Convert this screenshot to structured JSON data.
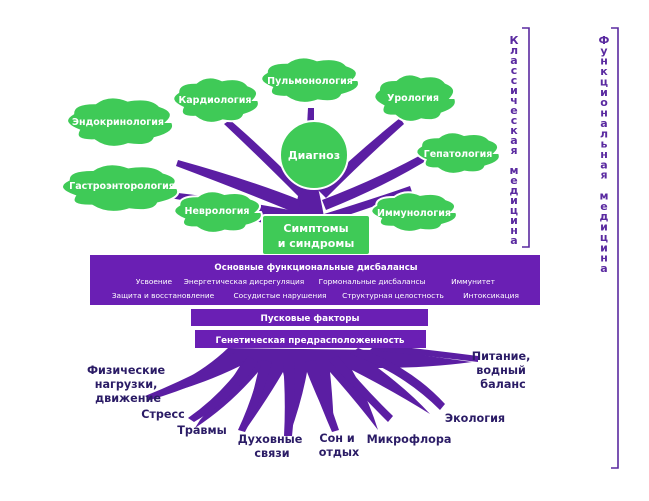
{
  "colors": {
    "leaf": "#3fca57",
    "leaf_edge": "#ffffff",
    "trunk": "#5b1ea3",
    "band": "#6a1fb4",
    "band_light": "#7d2bc4",
    "root_text": "#2b1c66",
    "bracket": "#5a2aa0"
  },
  "leaves": [
    {
      "key": "endocrinology",
      "label": "Эндокринология"
    },
    {
      "key": "cardiology",
      "label": "Кардиология"
    },
    {
      "key": "pulmonology",
      "label": "Пульмонология"
    },
    {
      "key": "urology",
      "label": "Урология"
    },
    {
      "key": "hepatology",
      "label": "Гепатология"
    },
    {
      "key": "gastroenterology",
      "label": "Гастроэнторология"
    },
    {
      "key": "neurology",
      "label": "Неврология"
    },
    {
      "key": "immunology",
      "label": "Иммунология"
    }
  ],
  "diagnosis": "Диагноз",
  "symptoms": {
    "line1": "Симптомы",
    "line2": "и синдромы"
  },
  "dysbalances": {
    "title": "Основные функциональные дисбалансы",
    "row1": [
      "Усвоение",
      "Энергетическая дисрегуляция",
      "Гормональные дисбалансы",
      "Иммунитет"
    ],
    "row2": [
      "Защита и восстановление",
      "Сосудистые нарушения",
      "Структурная целостность",
      "Интоксикация"
    ]
  },
  "triggers": "Пусковые факторы",
  "genetics": "Генетическая предрасположенность",
  "roots": [
    {
      "key": "physical",
      "lines": [
        "Физические",
        "нагрузки,",
        "движение"
      ]
    },
    {
      "key": "stress",
      "lines": [
        "Стресс"
      ]
    },
    {
      "key": "trauma",
      "lines": [
        "Травмы"
      ]
    },
    {
      "key": "spiritual",
      "lines": [
        "Духовные",
        "связи"
      ]
    },
    {
      "key": "sleep",
      "lines": [
        "Сон и",
        "отдых"
      ]
    },
    {
      "key": "microflora",
      "lines": [
        "Микрофлора"
      ]
    },
    {
      "key": "ecology",
      "lines": [
        "Экология"
      ]
    },
    {
      "key": "nutrition",
      "lines": [
        "Питание,",
        "водный",
        "баланс"
      ]
    }
  ],
  "side_labels": {
    "classical": "Классическая медицина",
    "functional": "Функциональная медицина"
  }
}
